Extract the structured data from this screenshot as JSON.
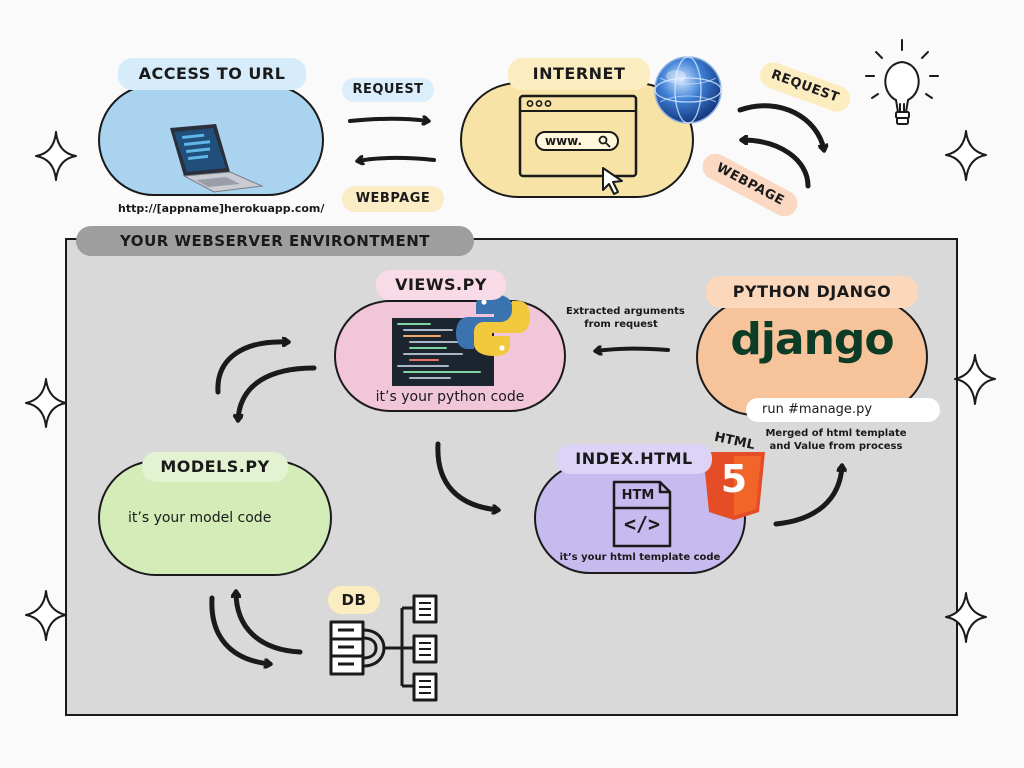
{
  "top": {
    "access_label": "ACCESS TO URL",
    "url_text": "http://[appname]herokuapp.com/",
    "request_label": "REQUEST",
    "webpage_label": "WEBPAGE",
    "internet_label": "INTERNET",
    "browser_www": "www.",
    "request_label_right": "REQUEST",
    "webpage_label_right": "WEBPAGE"
  },
  "server": {
    "title": "YOUR WEBSERVER ENVIRONTMENT",
    "views_label": "VIEWS.PY",
    "views_caption": "it’s your python code",
    "extracted_text_1": "Extracted arguments",
    "extracted_text_2": "from request",
    "django_label": "PYTHON DJANGO",
    "django_logo": "django",
    "manage_text": "run #manage.py",
    "merged_text_1": "Merged of html template",
    "merged_text_2": "and Value from process",
    "models_label": "MODELS.PY",
    "models_caption": "it’s your model code",
    "index_label": "INDEX.HTML",
    "index_caption": "it’s your html template code",
    "html_badge": "HTML",
    "html5_digit": "5",
    "doc_htm": "HTM",
    "doc_code": "</>",
    "db_label": "DB"
  },
  "icons": [
    "laptop-icon",
    "globe-icon",
    "browser-window-icon",
    "cursor-icon",
    "lightbulb-icon",
    "sparkle-icon",
    "python-logo-icon",
    "html5-icon",
    "html-file-icon",
    "database-icon",
    "search-icon"
  ],
  "colors": {
    "blue_pill": "#a9d3ef",
    "yellow_pill": "#f6e3a5",
    "pink_pill": "#f1c6d8",
    "orange_pill": "#f7c39a",
    "green_pill": "#d3ecb8",
    "purple_pill": "#c6baee",
    "server_bg": "#d9d9d9",
    "django_green": "#0c3c26",
    "html5_orange": "#e44d26"
  }
}
